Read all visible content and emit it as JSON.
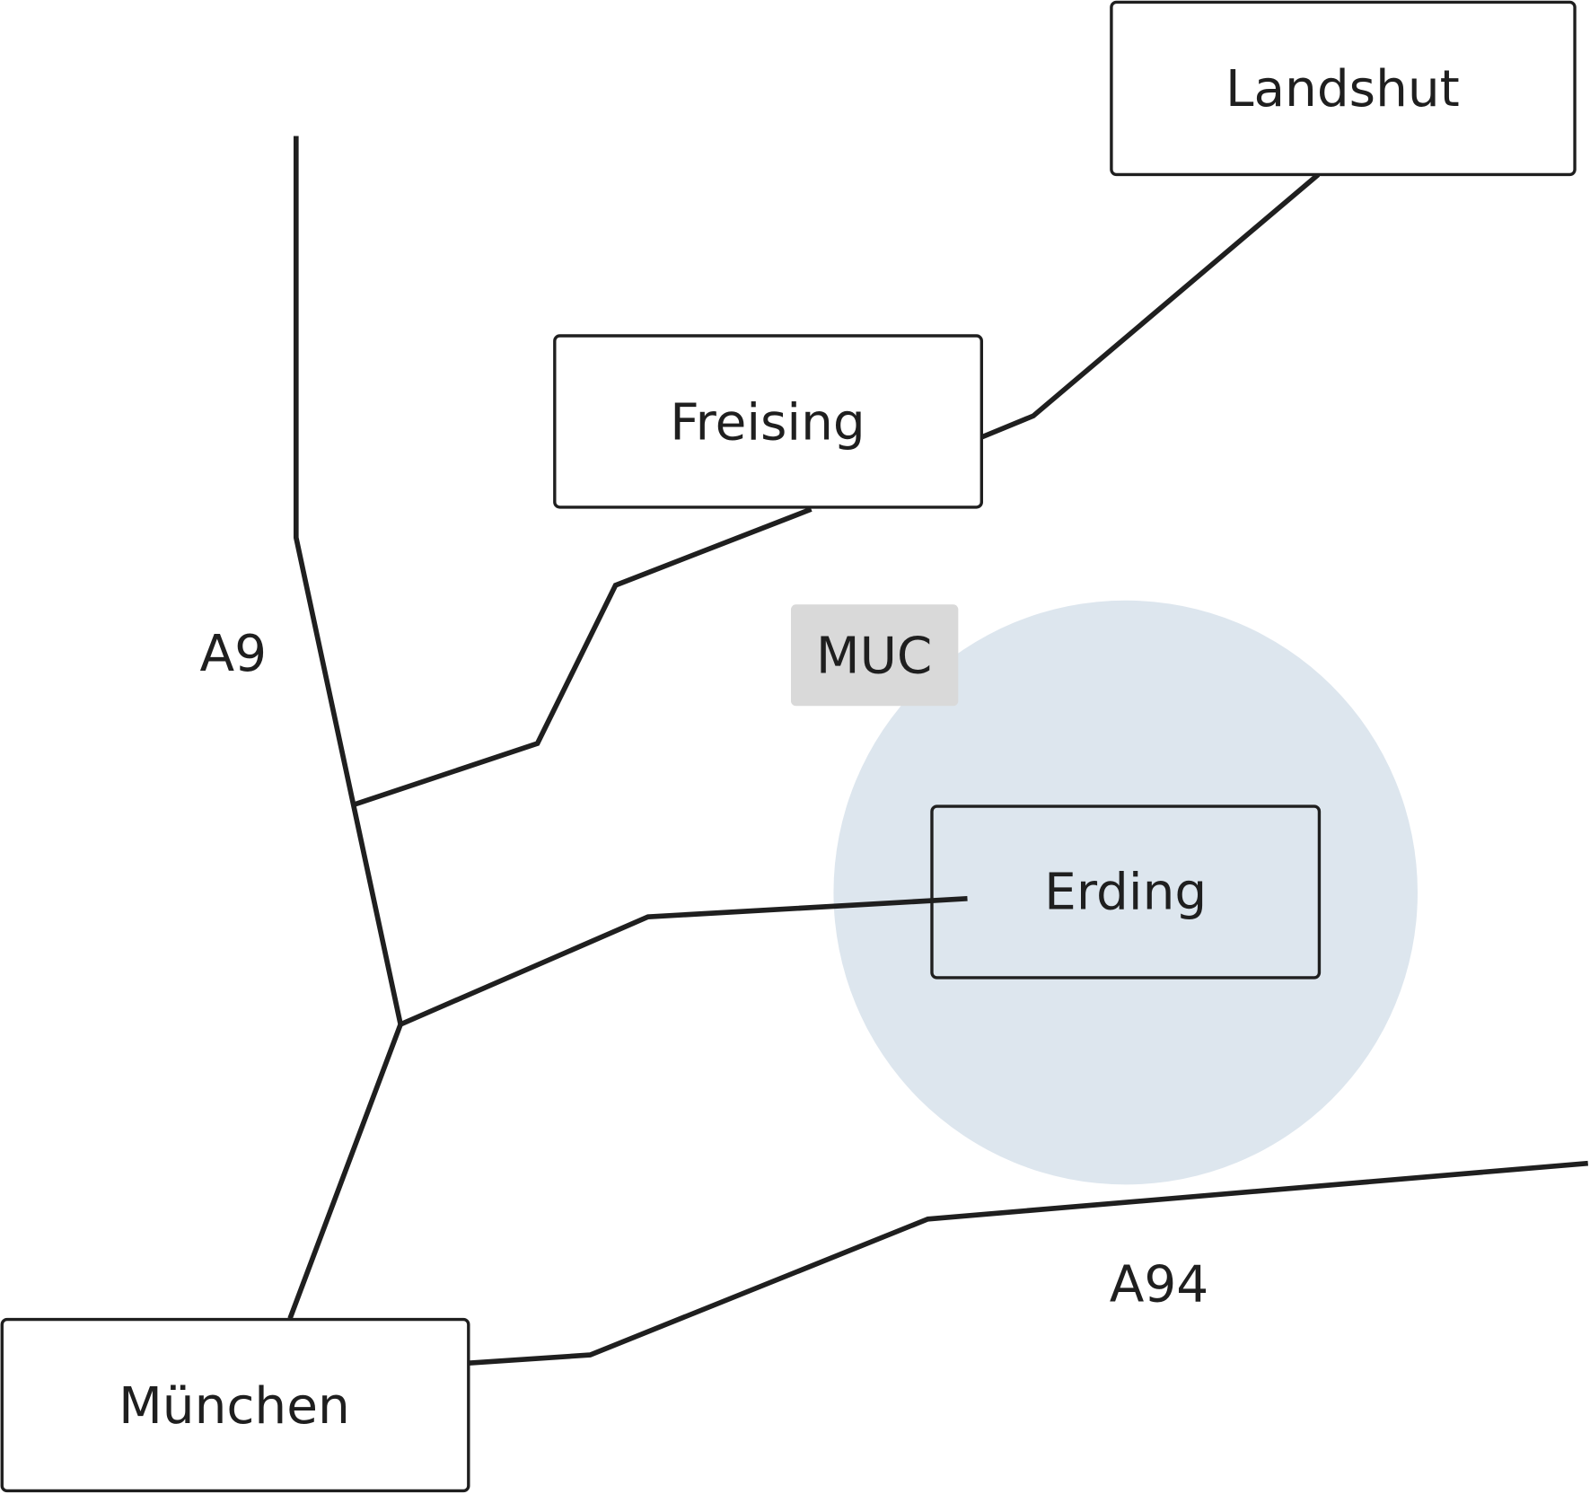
{
  "cities": {
    "landshut": "Landshut",
    "freising": "Freising",
    "erding": "Erding",
    "muenchen": "München"
  },
  "airport": {
    "label": "MUC"
  },
  "roads": {
    "a9": "A9",
    "a94": "A94"
  },
  "colors": {
    "line": "#1f1f1f",
    "airport_zone": "#dde6ee",
    "airport_badge": "#d9d9d9"
  }
}
